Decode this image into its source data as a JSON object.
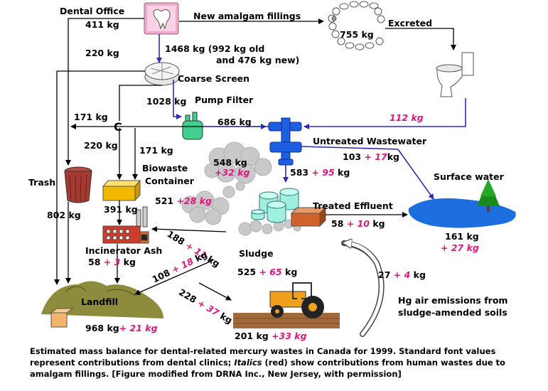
{
  "nodes": {
    "dental_office": "Dental  Office",
    "new_fillings": "New amalgam fillings",
    "excreted": "Excreted",
    "coarse_screen": "Coarse Screen",
    "pump_filter": "Pump Filter",
    "untreated_ww": "Untreated Wastewater",
    "biowaste": "Biowaste",
    "container": "Container",
    "trash": "Trash",
    "surface_water": "Surface water",
    "treated_effluent": "Treated Effluent",
    "incinerator_ash": "Incinerator  Ash",
    "sludge": "Sludge",
    "landfill": "Landfill",
    "air_line1": "Hg air emissions from",
    "air_line2": "sludge-amended soils"
  },
  "flows": {
    "office": "411 kg",
    "teeth": "755 kg",
    "screen_out": "220 kg",
    "from_office_1": "1468 kg (992 kg old",
    "from_office_2": "and 476 kg new)",
    "screen_to_filter": "1028 kg",
    "trash_in": "171 kg",
    "filter_to_ww": "686 kg",
    "excreted_to_ww": "112 kg",
    "to_biowaste_a": "220 kg",
    "to_biowaste_b": "171 kg",
    "cloud_a": "548 kg",
    "cloud_b": "+32 kg",
    "ww_surface_a": "103",
    "ww_surface_b": "+ 17",
    "ww_surface_unit": "kg",
    "treat_a": "583",
    "treat_b": "+ 95",
    "treat_unit": "kg",
    "bio_to_inc": "391 kg",
    "cloud2_a": "521",
    "cloud2_b": "+28 kg",
    "trash_out": "802 kg",
    "effluent_a": "58",
    "effluent_b": "+ 10",
    "effluent_unit": "kg",
    "surface_a": "161 kg",
    "surface_b": "+ 27 kg",
    "inc_a": "58",
    "inc_b": "+ 3",
    "inc_unit": "kg",
    "sludge_to_inc_a": "188",
    "sludge_to_inc_b": "+ 11",
    "sludge_to_inc_unit": "kg",
    "sludge_to_landfill_a": "108",
    "sludge_to_landfill_b": "+ 18",
    "sludge_to_landfill_unit": "kg",
    "sludge_to_soil_a": "228",
    "sludge_to_soil_b": "+ 37",
    "sludge_to_soil_unit": "kg",
    "sludge_total_a": "525",
    "sludge_total_b": "+ 65",
    "sludge_total_unit": "kg",
    "air_a": "27",
    "air_b": "+ 4",
    "air_unit": "kg",
    "landfill_a": "968 kg",
    "landfill_b": "+ 21 kg",
    "soil_a": "201 kg",
    "soil_b": "+33 kg"
  },
  "caption": {
    "p1": "Estimated mass balance for dental-related mercury wastes in Canada for 1999.  Standard font values represent contributions from dental clinics;  ",
    "italics": "Italics",
    "p2": " (red) show contributions from human wastes due to amalgam fillings. [Figure modified from DRNA Inc., New Jersey, with permission]"
  },
  "colors": {
    "blue_flow": "#2b2bb8",
    "dental_red": "#e0167e",
    "water": "#1d6fe0",
    "pipe": "#1d5fe0",
    "grass": "#8c8c3c"
  }
}
